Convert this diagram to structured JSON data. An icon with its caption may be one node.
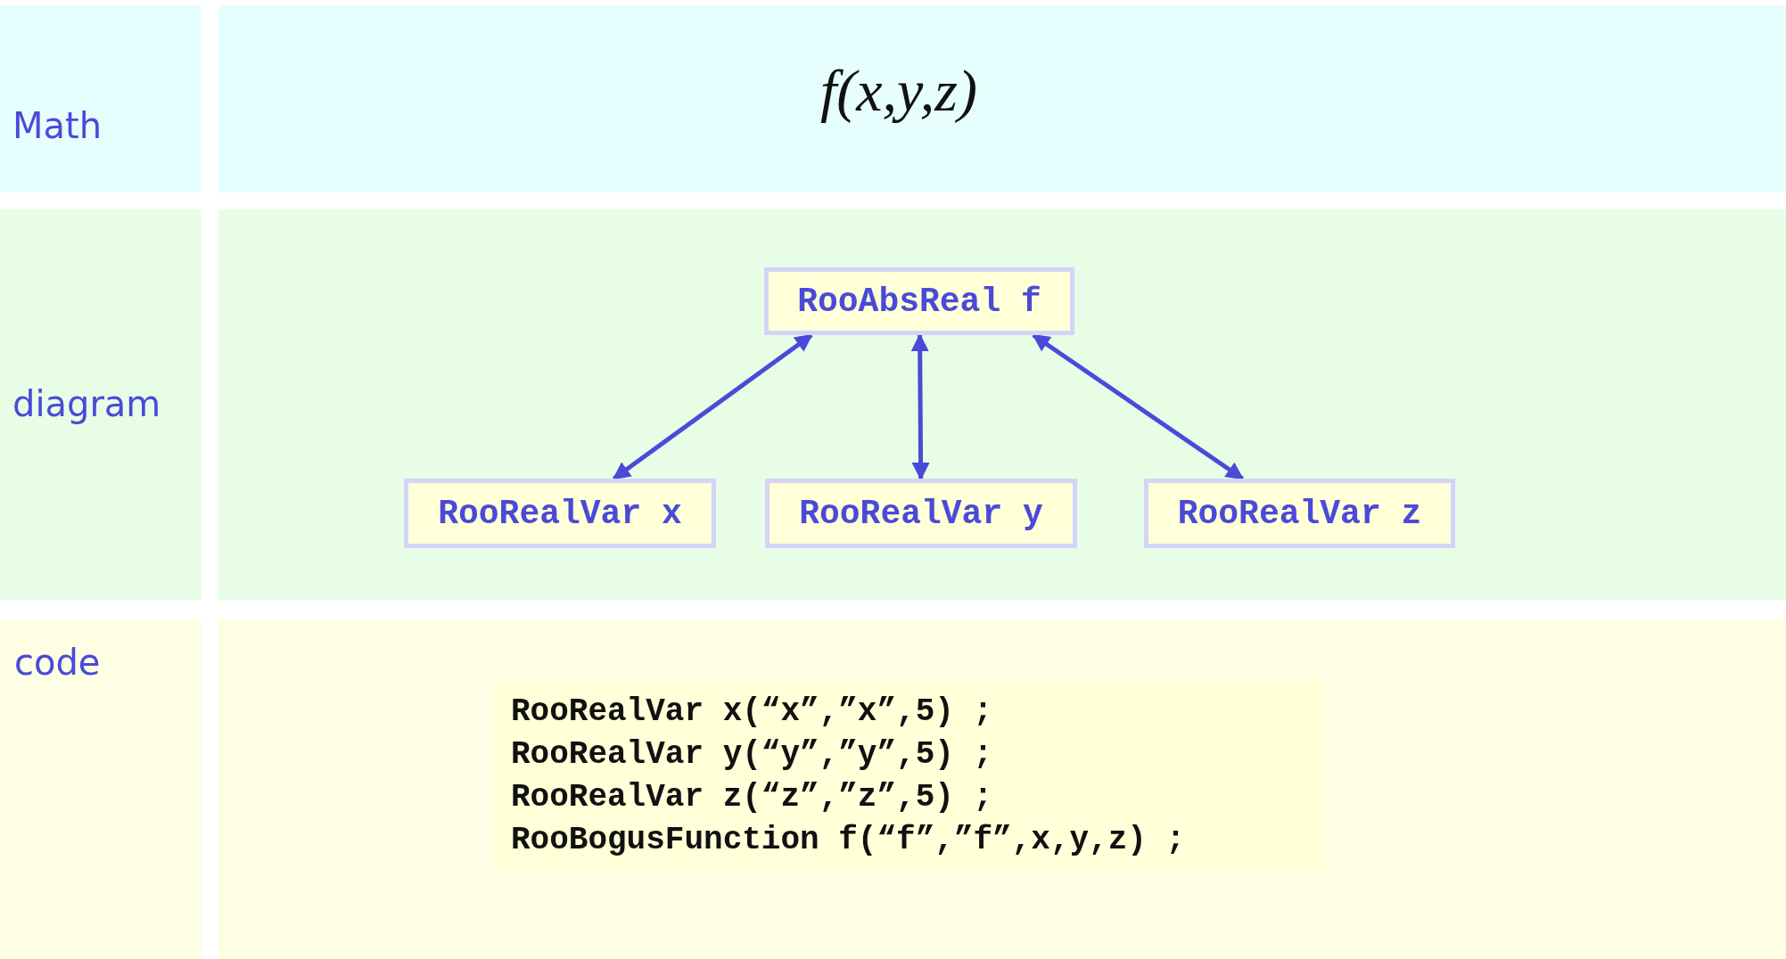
{
  "diagram": {
    "nodes": [
      {
        "text": [
          "RooAbsReal f"
        ]
      },
      {
        "text": [
          "RooRealVar x"
        ]
      },
      {
        "text": [
          "RooRealVar y"
        ]
      },
      {
        "text": [
          "RooRealVar z"
        ]
      },
      {
        "text": [
          "RooRealVar x(“x”,”x”,5) ;",
          "RooRealVar y(“y”,”y”,5) ;",
          "RooRealVar z(“z”,”z”,5) ;",
          "RooBogusFunction f(“f”,”f”,x,y,z) ;"
        ]
      }
    ],
    "edges": [
      {
        "from": 0,
        "to": 1,
        "arrow": "both"
      },
      {
        "from": 0,
        "to": 2,
        "arrow": "both"
      },
      {
        "from": 0,
        "to": 3,
        "arrow": "both"
      }
    ],
    "labels": [
      "Math",
      "f(x,y,z)",
      "diagram",
      "code"
    ]
  }
}
